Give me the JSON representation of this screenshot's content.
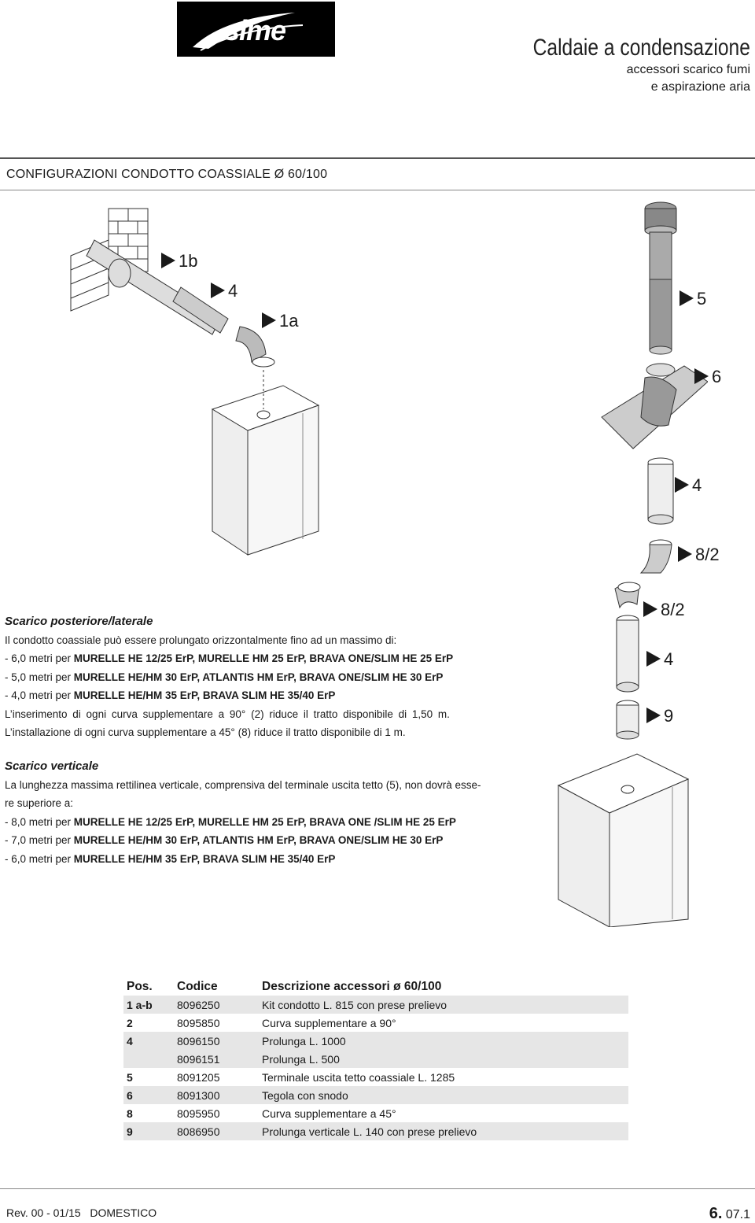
{
  "header": {
    "brand": "sime",
    "title": "Caldaie a condensazione",
    "subtitle_line1": "accessori scarico fumi",
    "subtitle_line2": "e aspirazione aria"
  },
  "section_title": "CONFIGURAZIONI CONDOTTO COASSIALE Ø 60/100",
  "diagram_labels": {
    "left_1b": "1b",
    "left_4": "4",
    "left_1a": "1a",
    "right_5": "5",
    "right_6": "6",
    "right_4": "4",
    "right_8_2": "8/2",
    "lower_8_2": "8/2",
    "lower_4": "4",
    "lower_9": "9"
  },
  "rear_section": {
    "heading": "Scarico posteriore/laterale",
    "intro": "Il condotto coassiale può essere prolungato orizzontalmente fino ad un massimo di:",
    "lines": [
      {
        "prefix": "- 6,0 metri per ",
        "models": "MURELLE HE 12/25 ErP, MURELLE HM 25 ErP, BRAVA ONE/SLIM HE 25 ErP"
      },
      {
        "prefix": "- 5,0 metri per ",
        "models": "MURELLE HE/HM 30 ErP, ATLANTIS HM ErP, BRAVA ONE/SLIM HE 30 ErP"
      },
      {
        "prefix": "- 4,0 metri per ",
        "models": "MURELLE HE/HM 35 ErP, BRAVA SLIM HE 35/40 ErP"
      }
    ],
    "note1": "L’inserimento di ogni curva supplementare a 90° (2) riduce il tratto disponibile di 1,50 m.",
    "note2": "L’installazione di ogni curva supplementare a 45° (8) riduce il tratto disponibile di 1 m."
  },
  "vertical_section": {
    "heading": "Scarico verticale",
    "intro1": "La lunghezza massima rettilinea verticale, comprensiva del terminale uscita tetto (5), non dovrà esse-",
    "intro2": "re superiore a:",
    "lines": [
      {
        "prefix": "- 8,0 metri per ",
        "models": "MURELLE HE 12/25 ErP, MURELLE HM 25 ErP, BRAVA ONE /SLIM HE 25 ErP"
      },
      {
        "prefix": "- 7,0 metri per ",
        "models": "MURELLE HE/HM 30 ErP, ATLANTIS HM ErP, BRAVA ONE/SLIM HE 30 ErP"
      },
      {
        "prefix": "- 6,0 metri per ",
        "models": "MURELLE HE/HM 35 ErP, BRAVA SLIM HE 35/40 ErP"
      }
    ]
  },
  "table": {
    "headers": [
      "Pos.",
      "Codice",
      "Descrizione accessori ø 60/100"
    ],
    "rows": [
      [
        "1 a-b",
        "8096250",
        "Kit condotto L. 815 con prese prelievo"
      ],
      [
        "2",
        "8095850",
        "Curva supplementare a 90°"
      ],
      [
        "4",
        "8096150",
        "Prolunga L. 1000"
      ],
      [
        "",
        "8096151",
        "Prolunga L. 500"
      ],
      [
        "5",
        "8091205",
        "Terminale uscita tetto coassiale L. 1285"
      ],
      [
        "6",
        "8091300",
        "Tegola con snodo"
      ],
      [
        "8",
        "8095950",
        "Curva supplementare a 45°"
      ],
      [
        "9",
        "8086950",
        "Prolunga verticale L. 140 con prese prelievo"
      ]
    ]
  },
  "footer": {
    "revision": "Rev. 00 - 01/15",
    "category": "DOMESTICO",
    "page_major": "6.",
    "page_minor": "07.1"
  }
}
